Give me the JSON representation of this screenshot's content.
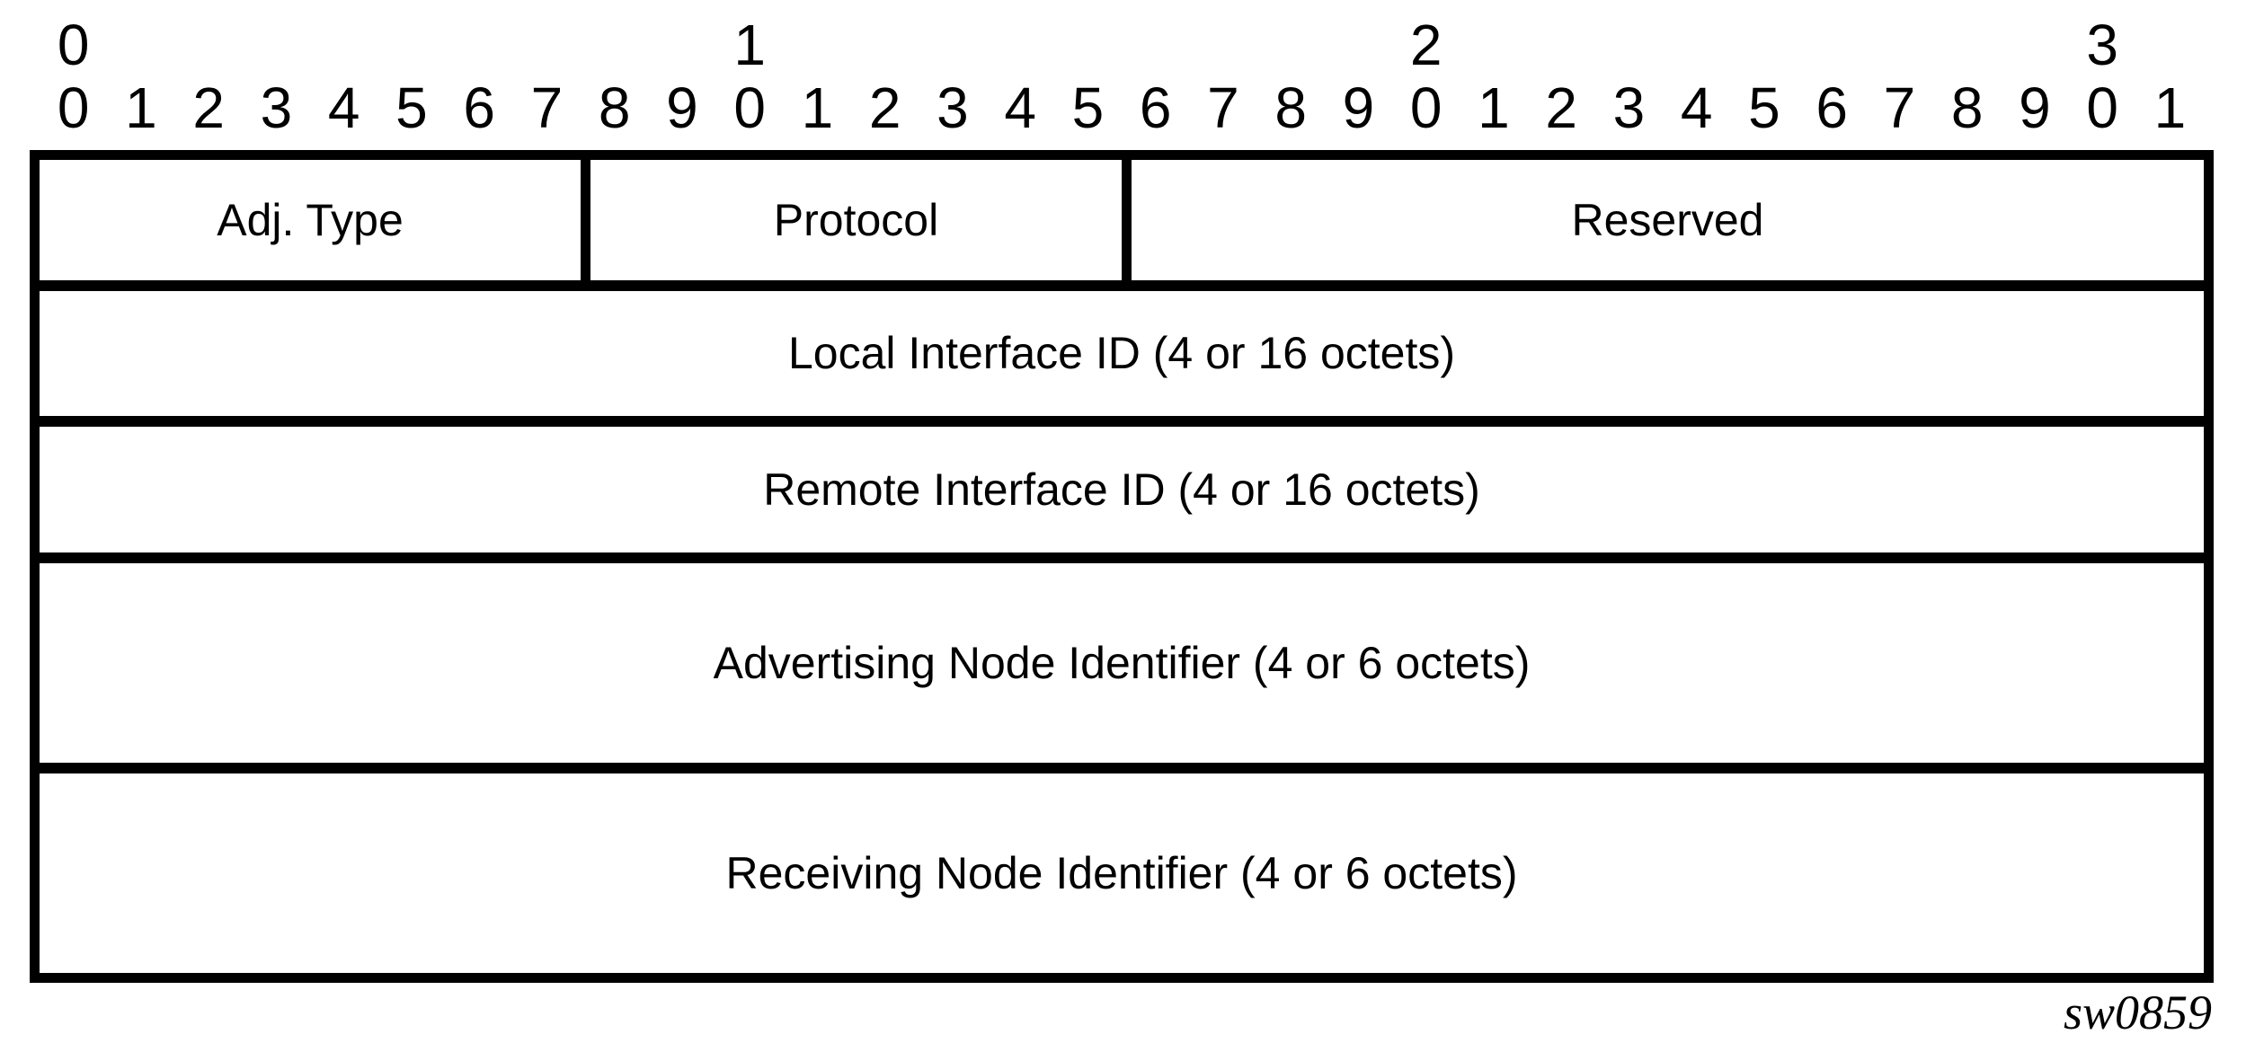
{
  "diagram": {
    "colors": {
      "line": "#000000",
      "background": "#ffffff",
      "text": "#000000"
    },
    "bit_ruler": {
      "tens_labels": [
        {
          "label": "0",
          "bit": 0
        },
        {
          "label": "1",
          "bit": 10
        },
        {
          "label": "2",
          "bit": 20
        },
        {
          "label": "3",
          "bit": 30
        }
      ],
      "bit_digits": [
        "0",
        "1",
        "2",
        "3",
        "4",
        "5",
        "6",
        "7",
        "8",
        "9",
        "0",
        "1",
        "2",
        "3",
        "4",
        "5",
        "6",
        "7",
        "8",
        "9",
        "0",
        "1",
        "2",
        "3",
        "4",
        "5",
        "6",
        "7",
        "8",
        "9",
        "0",
        "1"
      ]
    },
    "rows": [
      {
        "fields": [
          {
            "label": "Adj. Type",
            "bits": 8
          },
          {
            "label": "Protocol",
            "bits": 8
          },
          {
            "label": "Reserved",
            "bits": 16
          }
        ]
      },
      {
        "fields": [
          {
            "label": "Local Interface ID (4 or 16 octets)",
            "bits": 32
          }
        ]
      },
      {
        "fields": [
          {
            "label": "Remote Interface ID (4 or 16 octets)",
            "bits": 32
          }
        ]
      },
      {
        "fields": [
          {
            "label": "Advertising Node Identifier (4 or 6 octets)",
            "bits": 32
          }
        ]
      },
      {
        "fields": [
          {
            "label": "Receiving Node Identifier (4 or 6 octets)",
            "bits": 32
          }
        ]
      }
    ],
    "watermark": "sw0859"
  }
}
